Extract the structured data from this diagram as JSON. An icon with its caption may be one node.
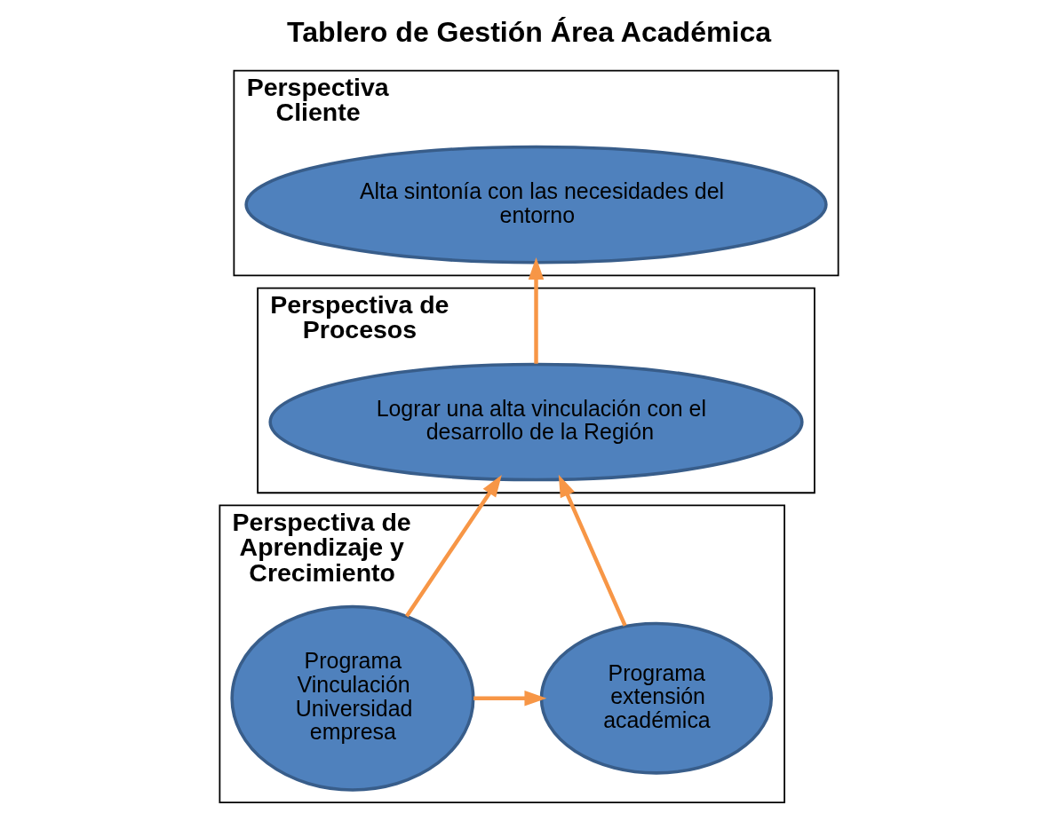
{
  "diagram": {
    "title": "Tablero de Gestión Área Académica",
    "nodes": [
      {
        "text": [
          "Perspectiva Cliente"
        ]
      },
      {
        "text": [
          "Alta sintonía con las necesidades del entorno"
        ],
        "in": 0
      },
      {
        "text": [
          "Perspectiva de Procesos"
        ]
      },
      {
        "text": [
          "Lograr una alta vinculación con el desarrollo de la Región"
        ],
        "in": 2
      },
      {
        "text": [
          "Perspectiva de Aprendizaje y Crecimiento"
        ]
      },
      {
        "text": [
          "Programa Vinculación Universidad empresa"
        ],
        "in": 4
      },
      {
        "text": [
          "Programa extensión académica"
        ],
        "in": 4
      }
    ],
    "edges": [
      {
        "from": 3,
        "to": 1,
        "arrow": "to"
      },
      {
        "from": 5,
        "to": 3,
        "arrow": "to"
      },
      {
        "from": 6,
        "to": 3,
        "arrow": "to"
      },
      {
        "from": 5,
        "to": 6,
        "arrow": "to"
      }
    ]
  }
}
